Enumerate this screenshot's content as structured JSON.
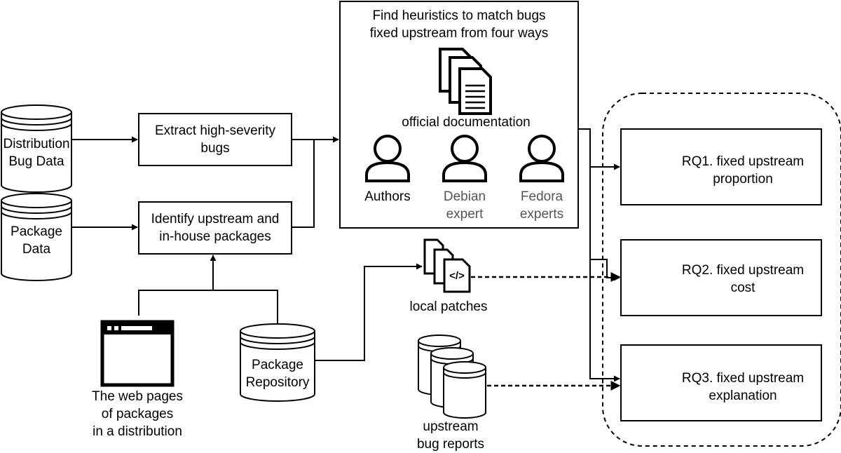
{
  "nodes": {
    "distribution_bug_data": {
      "line1": "Distribution",
      "line2": "Bug Data"
    },
    "package_data": {
      "line1": "Package",
      "line2": "Data"
    },
    "extract_bugs": {
      "line1": "Extract high-severity",
      "line2": "bugs"
    },
    "identify_packages": {
      "line1": "Identify upstream and",
      "line2": "in-house packages"
    },
    "heuristics": {
      "title_line1": "Find heuristics to match bugs",
      "title_line2": "fixed upstream from four ways",
      "documentation": "official documentation",
      "authors": "Authors",
      "debian_line1": "Debian",
      "debian_line2": "expert",
      "fedora_line1": "Fedora",
      "fedora_line2": "experts"
    },
    "web_pages": {
      "line1": "The web pages",
      "line2": "of packages",
      "line3": "in a distribution"
    },
    "package_repository": {
      "line1": "Package",
      "line2": "Repository"
    },
    "local_patches": {
      "label": "local patches",
      "code_glyph": "</>"
    },
    "upstream_bug_reports": {
      "line1": "upstream",
      "line2": "bug reports"
    },
    "rq1": {
      "line1": "RQ1. fixed upstream",
      "line2": "proportion"
    },
    "rq2": {
      "line1": "RQ2. fixed upstream",
      "line2": "cost"
    },
    "rq3": {
      "line1": "RQ3. fixed upstream",
      "line2": "explanation"
    }
  },
  "icons": [
    "database-icon",
    "document-stack-icon",
    "person-icon",
    "browser-window-icon",
    "code-file-icon"
  ],
  "colors": {
    "stroke": "#000000",
    "secondary_text": "#555555",
    "background": "#ffffff"
  }
}
